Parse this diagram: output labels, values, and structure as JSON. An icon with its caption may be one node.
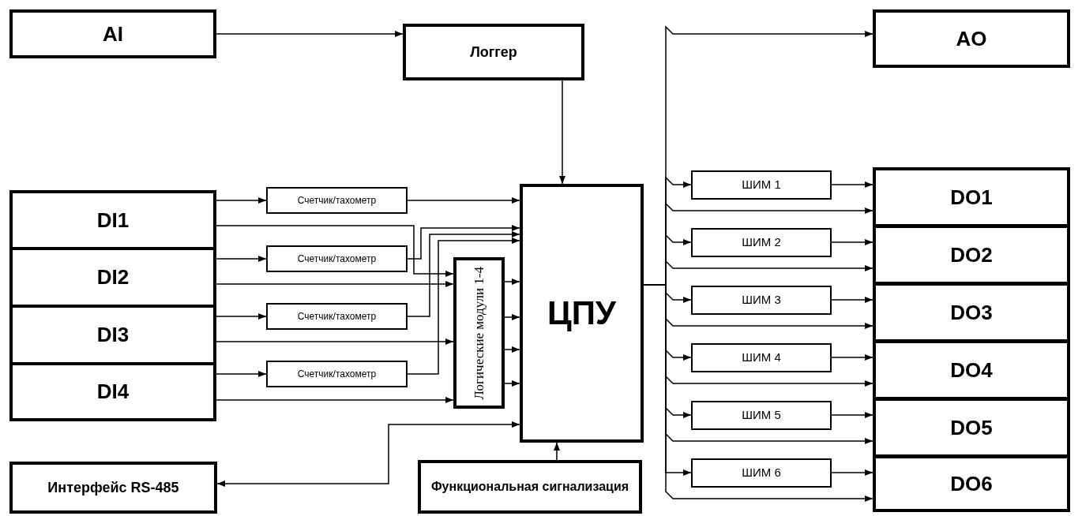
{
  "diagram": {
    "nodes": [
      {
        "text": [
          "AI"
        ]
      },
      {
        "text": [
          "Логгер"
        ]
      },
      {
        "text": [
          "AO"
        ]
      },
      {
        "text": [
          "DI1"
        ]
      },
      {
        "text": [
          "DI2"
        ]
      },
      {
        "text": [
          "DI3"
        ]
      },
      {
        "text": [
          "DI4"
        ]
      },
      {
        "text": [
          "Счетчик/тахометр"
        ]
      },
      {
        "text": [
          "Счетчик/тахометр"
        ]
      },
      {
        "text": [
          "Счетчик/тахометр"
        ]
      },
      {
        "text": [
          "Счетчик/тахометр"
        ]
      },
      {
        "text": [
          "Логические модули 1-4"
        ]
      },
      {
        "text": [
          "ЦПУ"
        ]
      },
      {
        "text": [
          "Функциональная сигнализация"
        ]
      },
      {
        "text": [
          "Интерфейс RS-485"
        ]
      },
      {
        "text": [
          "ШИМ 1"
        ]
      },
      {
        "text": [
          "ШИМ 2"
        ]
      },
      {
        "text": [
          "ШИМ 3"
        ]
      },
      {
        "text": [
          "ШИМ 4"
        ]
      },
      {
        "text": [
          "ШИМ 5"
        ]
      },
      {
        "text": [
          "ШИМ 6"
        ]
      },
      {
        "text": [
          "DO1"
        ]
      },
      {
        "text": [
          "DO2"
        ]
      },
      {
        "text": [
          "DO3"
        ]
      },
      {
        "text": [
          "DO4"
        ]
      },
      {
        "text": [
          "DO5"
        ]
      },
      {
        "text": [
          "DO6"
        ]
      }
    ],
    "edges": [
      {
        "from": 0,
        "to": 1,
        "arrow": "to"
      },
      {
        "from": 1,
        "to": 12,
        "arrow": "to"
      },
      {
        "from": 3,
        "to": 7,
        "arrow": "to"
      },
      {
        "from": 4,
        "to": 8,
        "arrow": "to"
      },
      {
        "from": 5,
        "to": 9,
        "arrow": "to"
      },
      {
        "from": 6,
        "to": 10,
        "arrow": "to"
      },
      {
        "from": 7,
        "to": 12,
        "arrow": "to"
      },
      {
        "from": 8,
        "to": 12,
        "arrow": "to"
      },
      {
        "from": 9,
        "to": 12,
        "arrow": "to"
      },
      {
        "from": 10,
        "to": 12,
        "arrow": "to"
      },
      {
        "from": 3,
        "to": 11,
        "arrow": "to"
      },
      {
        "from": 4,
        "to": 11,
        "arrow": "to"
      },
      {
        "from": 5,
        "to": 11,
        "arrow": "to"
      },
      {
        "from": 6,
        "to": 11,
        "arrow": "to"
      },
      {
        "from": 11,
        "to": 12,
        "arrow": "to"
      },
      {
        "from": 11,
        "to": 12,
        "arrow": "to"
      },
      {
        "from": 11,
        "to": 12,
        "arrow": "to"
      },
      {
        "from": 11,
        "to": 12,
        "arrow": "to"
      },
      {
        "from": 12,
        "to": 14,
        "arrow": "both"
      },
      {
        "from": 13,
        "to": 12,
        "arrow": "to"
      },
      {
        "from": 12,
        "to": 2,
        "arrow": "to"
      },
      {
        "from": 12,
        "to": 15,
        "arrow": "to"
      },
      {
        "from": 12,
        "to": 16,
        "arrow": "to"
      },
      {
        "from": 12,
        "to": 17,
        "arrow": "to"
      },
      {
        "from": 12,
        "to": 18,
        "arrow": "to"
      },
      {
        "from": 12,
        "to": 19,
        "arrow": "to"
      },
      {
        "from": 12,
        "to": 20,
        "arrow": "to"
      },
      {
        "from": 15,
        "to": 21,
        "arrow": "to"
      },
      {
        "from": 16,
        "to": 22,
        "arrow": "to"
      },
      {
        "from": 17,
        "to": 23,
        "arrow": "to"
      },
      {
        "from": 18,
        "to": 24,
        "arrow": "to"
      },
      {
        "from": 19,
        "to": 25,
        "arrow": "to"
      },
      {
        "from": 20,
        "to": 26,
        "arrow": "to"
      },
      {
        "from": 12,
        "to": 21,
        "arrow": "to"
      },
      {
        "from": 12,
        "to": 22,
        "arrow": "to"
      },
      {
        "from": 12,
        "to": 23,
        "arrow": "to"
      },
      {
        "from": 12,
        "to": 24,
        "arrow": "to"
      },
      {
        "from": 12,
        "to": 25,
        "arrow": "to"
      },
      {
        "from": 12,
        "to": 26,
        "arrow": "to"
      }
    ]
  }
}
